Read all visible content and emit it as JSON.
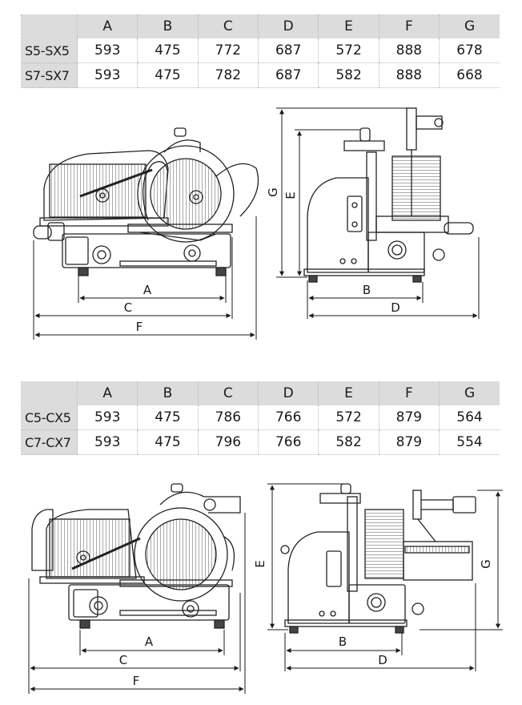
{
  "table_top": {
    "columns": [
      "",
      "A",
      "B",
      "C",
      "D",
      "E",
      "F",
      "G"
    ],
    "rows": [
      {
        "model": "S5-SX5",
        "values": [
          "593",
          "475",
          "772",
          "687",
          "572",
          "888",
          "678"
        ]
      },
      {
        "model": "S7-SX7",
        "values": [
          "593",
          "475",
          "782",
          "687",
          "582",
          "888",
          "668"
        ]
      }
    ]
  },
  "table_bottom": {
    "columns": [
      "",
      "A",
      "B",
      "C",
      "D",
      "E",
      "F",
      "G"
    ],
    "rows": [
      {
        "model": "C5-CX5",
        "values": [
          "593",
          "475",
          "786",
          "766",
          "572",
          "879",
          "564"
        ]
      },
      {
        "model": "C7-CX7",
        "values": [
          "593",
          "475",
          "796",
          "766",
          "582",
          "879",
          "554"
        ]
      }
    ]
  },
  "drawing_top": {
    "front_labels": {
      "a": "A",
      "c": "C",
      "f": "F"
    },
    "side_labels": {
      "g": "G",
      "e": "E",
      "b": "B",
      "d": "D"
    }
  },
  "drawing_bottom": {
    "front_labels": {
      "a": "A",
      "c": "C",
      "f": "F"
    },
    "side_labels": {
      "e": "E",
      "g": "G",
      "b": "B",
      "d": "D"
    }
  }
}
